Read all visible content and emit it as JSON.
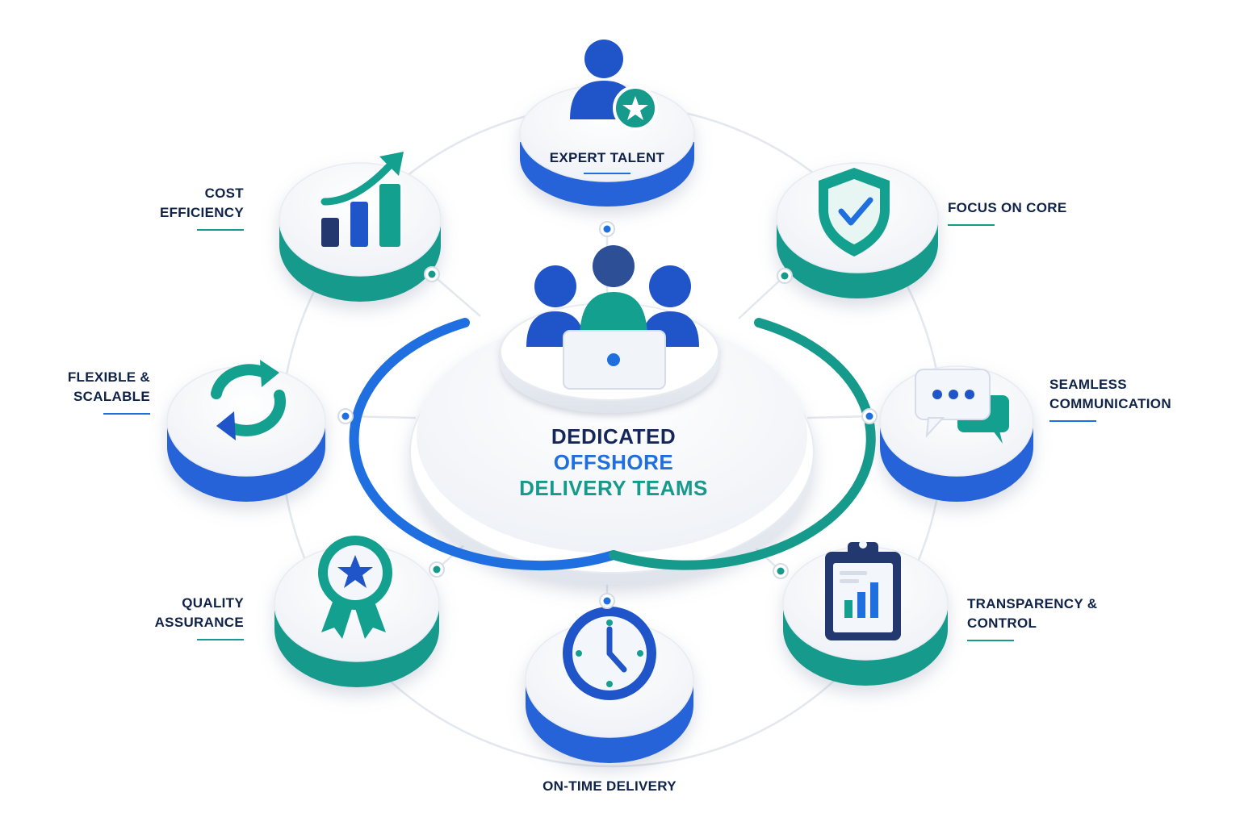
{
  "center": {
    "line1": "DEDICATED",
    "line2": "OFFSHORE",
    "line3": "DELIVERY TEAMS"
  },
  "nodes": [
    {
      "id": "expert-talent",
      "lines": [
        "EXPERT TALENT"
      ],
      "icon": "expert-user-star-icon",
      "accent": "blue"
    },
    {
      "id": "focus-on-core",
      "lines": [
        "FOCUS ON CORE"
      ],
      "icon": "shield-check-icon",
      "accent": "teal"
    },
    {
      "id": "seamless-communication",
      "lines": [
        "SEAMLESS",
        "COMMUNICATION"
      ],
      "icon": "chat-bubbles-icon",
      "accent": "blue"
    },
    {
      "id": "transparency-control",
      "lines": [
        "TRANSPARENCY &",
        "CONTROL"
      ],
      "icon": "clipboard-chart-icon",
      "accent": "teal"
    },
    {
      "id": "on-time-delivery",
      "lines": [
        "ON-TIME DELIVERY"
      ],
      "icon": "clock-icon",
      "accent": "blue"
    },
    {
      "id": "quality-assurance",
      "lines": [
        "QUALITY",
        "ASSURANCE"
      ],
      "icon": "award-ribbon-icon",
      "accent": "teal"
    },
    {
      "id": "flexible-scalable",
      "lines": [
        "FLEXIBLE &",
        "SCALABLE"
      ],
      "icon": "refresh-arrows-icon",
      "accent": "blue"
    },
    {
      "id": "cost-efficiency",
      "lines": [
        "COST",
        "EFFICIENCY"
      ],
      "icon": "growth-chart-icon",
      "accent": "teal"
    }
  ],
  "colors": {
    "navy": "#15265a",
    "blue": "#1f6fe0",
    "teal": "#159a8c",
    "connector": "#e3e7ee"
  }
}
